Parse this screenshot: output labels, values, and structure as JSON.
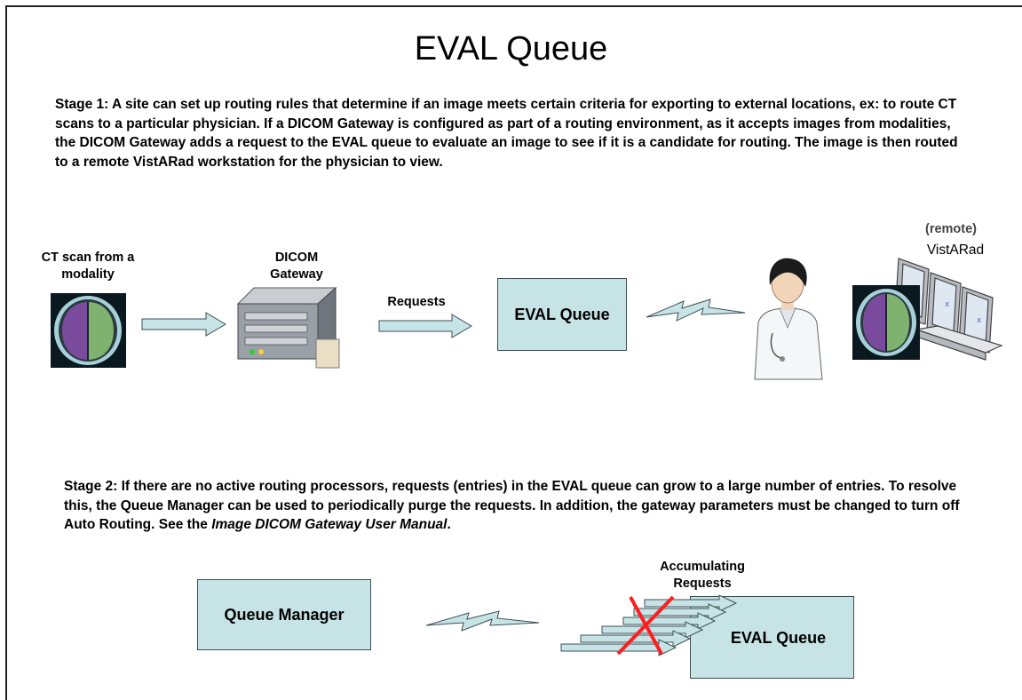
{
  "title": "EVAL Queue",
  "stage1": {
    "text": "Stage 1: A site can set up routing rules that determine if an image meets certain criteria for exporting to external locations, ex: to route CT scans to a particular physician. If a DICOM Gateway is configured as part of a routing environment, as it accepts images from modalities, the DICOM Gateway adds a request to the EVAL queue to evaluate an image to see if it is a candidate for routing. The image is then routed to a remote VistARad workstation for the physician to view."
  },
  "stage1_diagram": {
    "ct_scan_label": "CT scan from a modality",
    "gateway_label": "DICOM Gateway",
    "requests_label": "Requests",
    "eval_queue_label": "EVAL Queue",
    "remote_label": "(remote)",
    "vistarad_label": "VistARad"
  },
  "stage2": {
    "text_before": "Stage 2: If there are no active routing processors, requests (entries) in the EVAL queue can grow to a large number of entries. To resolve this, the Queue Manager can be used to periodically purge the requests. In addition, the gateway parameters must be changed to turn off Auto Routing. See the ",
    "text_italic": "Image DICOM Gateway User Manual",
    "text_after": "."
  },
  "stage2_diagram": {
    "queue_manager_label": "Queue Manager",
    "accumulating_label": "Accumulating Requests",
    "eval_queue_label": "EVAL Queue"
  },
  "colors": {
    "box_fill": "#c6e3e6",
    "arrow_fill": "#c6e3e6",
    "cross": "#ff1e1e",
    "brain_left": "#7a4a9c",
    "brain_right": "#7fb26e"
  }
}
